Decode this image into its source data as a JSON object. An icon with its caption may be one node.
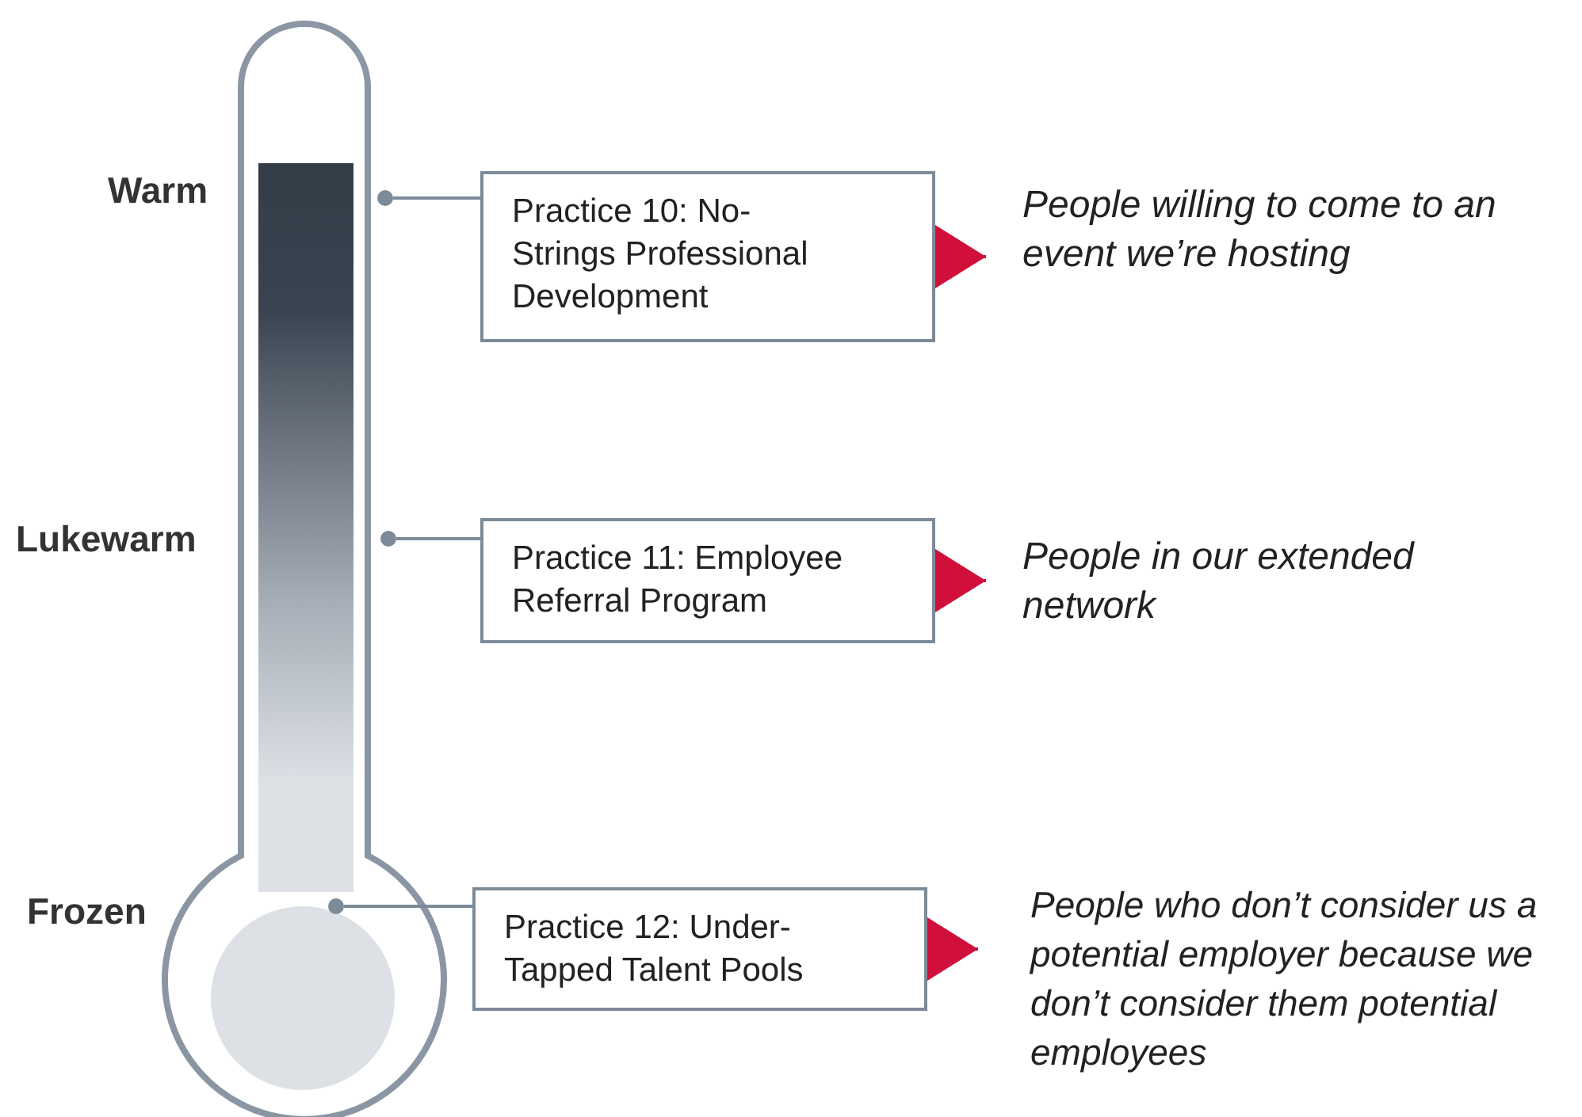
{
  "diagram": {
    "nodes": [
      {
        "text": [],
        "shape": "circle"
      },
      {
        "text": [
          "Practice 10: No-Strings Professional Development"
        ]
      },
      {
        "text": [
          "People willing to come to an event we’re hosting"
        ]
      },
      {
        "text": [],
        "shape": "circle"
      },
      {
        "text": [
          "Practice 11: Employee Referral Program"
        ]
      },
      {
        "text": [
          "People in our extended network"
        ]
      },
      {
        "text": [],
        "shape": "circle"
      },
      {
        "text": [
          "Practice 12: Under-Tapped Talent Pools"
        ]
      },
      {
        "text": [
          "People who don’t consider us a potential employer because we don’t consider them potential employees"
        ]
      }
    ],
    "edges": [
      {
        "from": 0,
        "to": 1,
        "arrow": "none"
      },
      {
        "from": 1,
        "to": 2,
        "arrow": "to",
        "color": "#d0103a"
      },
      {
        "from": 3,
        "to": 4,
        "arrow": "none"
      },
      {
        "from": 4,
        "to": 5,
        "arrow": "to",
        "color": "#d0103a"
      },
      {
        "from": 6,
        "to": 7,
        "arrow": "none"
      },
      {
        "from": 7,
        "to": 8,
        "arrow": "to",
        "color": "#d0103a"
      }
    ],
    "labels": [
      "Warm",
      "Lukewarm",
      "Frozen"
    ]
  }
}
